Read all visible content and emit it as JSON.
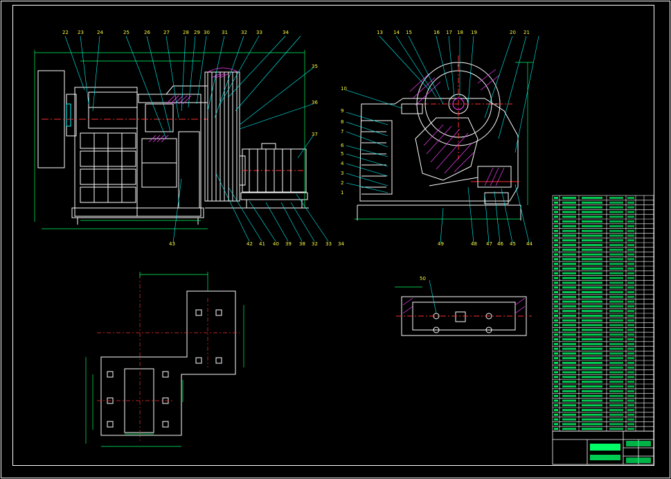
{
  "drawing_tag": "",
  "requirements_title": "",
  "requirements": [],
  "views": [
    "front-elevation",
    "side-section",
    "foundation-plan",
    "base-frame-detail",
    "parts-list",
    "title-block"
  ],
  "callouts": {
    "front_top": [
      "22",
      "23",
      "24",
      "25",
      "26",
      "27",
      "28",
      "29",
      "30",
      "31",
      "32",
      "33",
      "34"
    ],
    "front_right": [
      "35",
      "36",
      "37"
    ],
    "front_bottom": [
      "42",
      "41",
      "40",
      "39",
      "38",
      "32",
      "33",
      "34"
    ],
    "front_left": [
      "43"
    ],
    "side_top": [
      "13",
      "14",
      "15",
      "16",
      "17",
      "18",
      "19",
      "20",
      "21"
    ],
    "side_left": [
      "10",
      "9",
      "8",
      "7",
      "6",
      "5",
      "4",
      "3",
      "2",
      "1"
    ],
    "side_bottom": [
      "49",
      "48",
      "47",
      "46",
      "45",
      "44"
    ],
    "base_detail": [
      "50"
    ]
  },
  "colors": {
    "background": "#000000",
    "outline": "#ffffff",
    "leader": "#00ffff",
    "centerline": "#ff3030",
    "dimension": "#00ff66",
    "hatch": "#ff40ff",
    "text": "#ffff40",
    "frame": "#ffffff"
  }
}
